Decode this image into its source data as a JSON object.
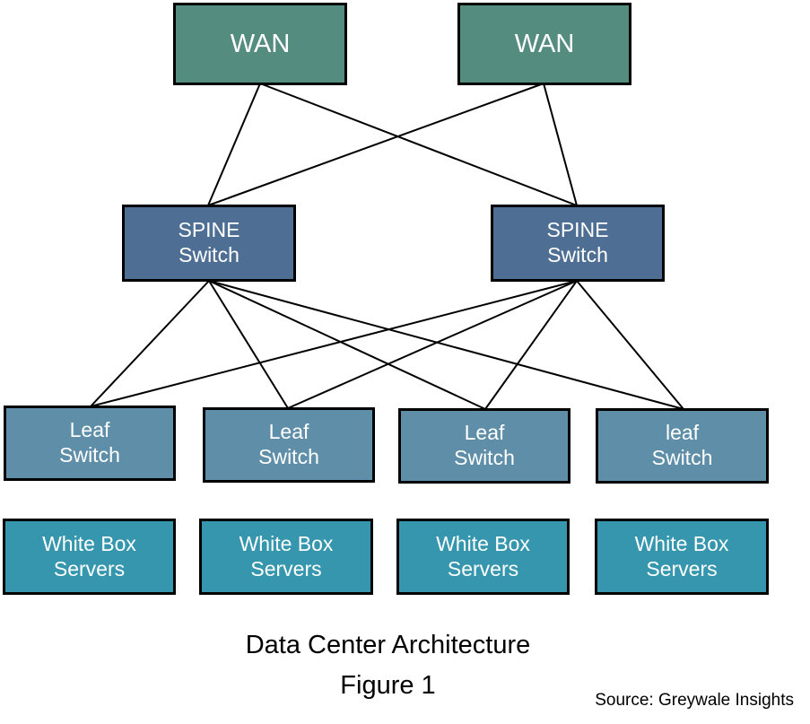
{
  "wan": [
    {
      "label": "WAN"
    },
    {
      "label": "WAN"
    }
  ],
  "spine": [
    {
      "line1": "SPINE",
      "line2": "Switch"
    },
    {
      "line1": "SPINE",
      "line2": "Switch"
    }
  ],
  "leaf": [
    {
      "line1": "Leaf",
      "line2": "Switch"
    },
    {
      "line1": "Leaf",
      "line2": "Switch"
    },
    {
      "line1": "Leaf",
      "line2": "Switch"
    },
    {
      "line1": "leaf",
      "line2": "Switch"
    }
  ],
  "servers": [
    {
      "line1": "White Box",
      "line2": "Servers"
    },
    {
      "line1": "White Box",
      "line2": "Servers"
    },
    {
      "line1": "White Box",
      "line2": "Servers"
    },
    {
      "line1": "White Box",
      "line2": "Servers"
    }
  ],
  "caption": {
    "title": "Data Center Architecture",
    "figure": "Figure 1",
    "source": "Source: Greywale Insights"
  },
  "colors": {
    "wan": "#558c80",
    "spine": "#4e6f93",
    "leaf": "#5e8ea8",
    "servers": "#3596ad",
    "border": "#000000",
    "text": "#ffffff"
  }
}
